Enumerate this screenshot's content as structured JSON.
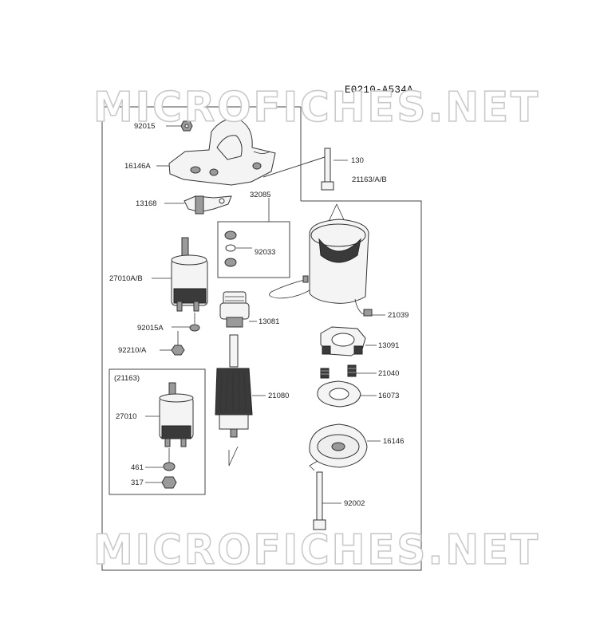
{
  "diagram_code": "E0210-A534A",
  "watermark": "MICROFICHES.NET",
  "labels": {
    "l92015": "92015",
    "l16146A": "16146A",
    "l13168": "13168",
    "l32085": "32085",
    "l92033": "92033",
    "l27010AB": "27010A/B",
    "l92015A": "92015A",
    "l92210A": "92210/A",
    "l13081": "13081",
    "l21080": "21080",
    "l130": "130",
    "l21163AB": "21163/A/B",
    "l21039": "21039",
    "l13091": "13091",
    "l21040": "21040",
    "l16073": "16073",
    "l16146": "16146",
    "l92002": "92002",
    "l21163": "(21163)",
    "l27010": "27010",
    "l461": "461",
    "l317": "317"
  }
}
